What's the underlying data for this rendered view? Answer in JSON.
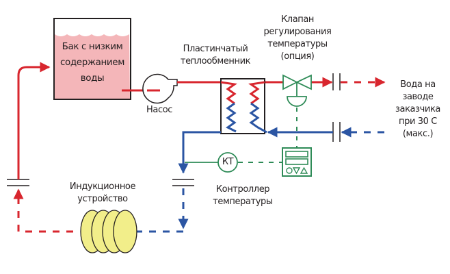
{
  "colors": {
    "hot": "#d8262e",
    "cold": "#2b55a3",
    "control": "#2e8b57",
    "tank_fill": "#f4b6b9",
    "coil_fill": "#f2ee8a",
    "outline": "#231f20"
  },
  "labels": {
    "tank": "Бак с низким\nсодержанием\nводы",
    "pump": "Насос",
    "heat_exchanger": "Пластинчатый\nтеплообменник",
    "valve": "Клапан\nрегулирования\nтемпературы\n(опция)",
    "customer_water": "Вода на\nзаводе\nзаказчика\nпри 30 С\n(макс.)",
    "kt_symbol": "КТ",
    "controller": "Контроллер\nтемпературы",
    "induction": "Индукционное\nустройство"
  }
}
